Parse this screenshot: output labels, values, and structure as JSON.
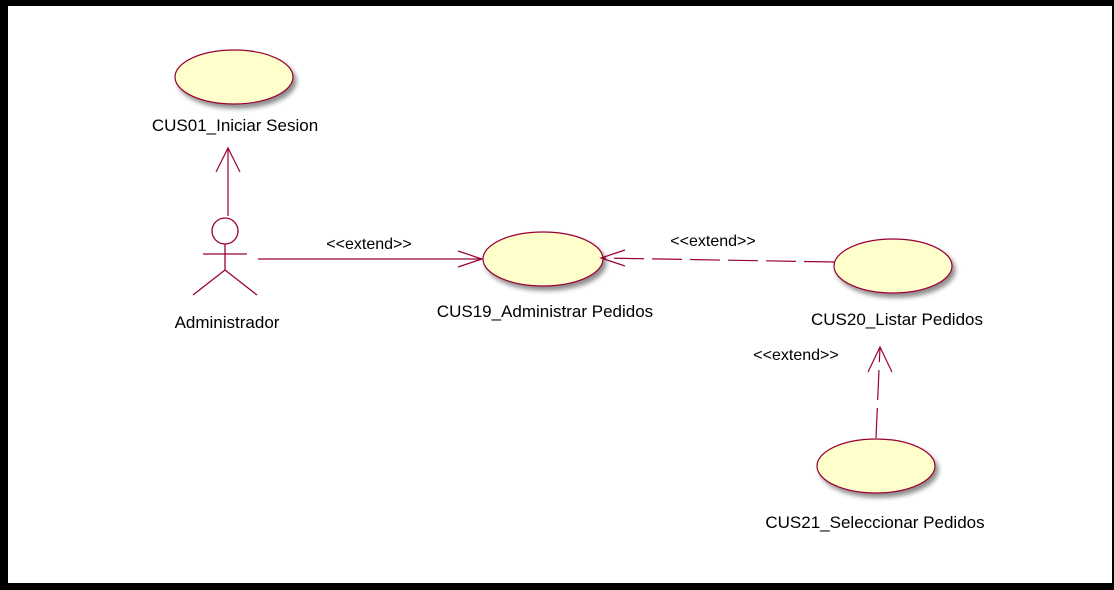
{
  "diagram": {
    "actors": [
      {
        "id": "admin",
        "label": "Administrador"
      }
    ],
    "use_cases": [
      {
        "id": "uc01",
        "label": "CUS01_Iniciar Sesion"
      },
      {
        "id": "uc19",
        "label": "CUS19_Administrar Pedidos"
      },
      {
        "id": "uc20",
        "label": "CUS20_Listar Pedidos"
      },
      {
        "id": "uc21",
        "label": "CUS21_Seleccionar Pedidos"
      }
    ],
    "relations": [
      {
        "from": "admin",
        "to": "uc01",
        "label": ""
      },
      {
        "from": "admin",
        "to": "uc19",
        "label": "<<extend>>"
      },
      {
        "from": "uc20",
        "to": "uc19",
        "label": "<<extend>>"
      },
      {
        "from": "uc21",
        "to": "uc20",
        "label": "<<extend>>"
      }
    ]
  },
  "colors": {
    "usecase_fill": "#FFFFCC",
    "line": "#990033",
    "border": "#000000"
  }
}
